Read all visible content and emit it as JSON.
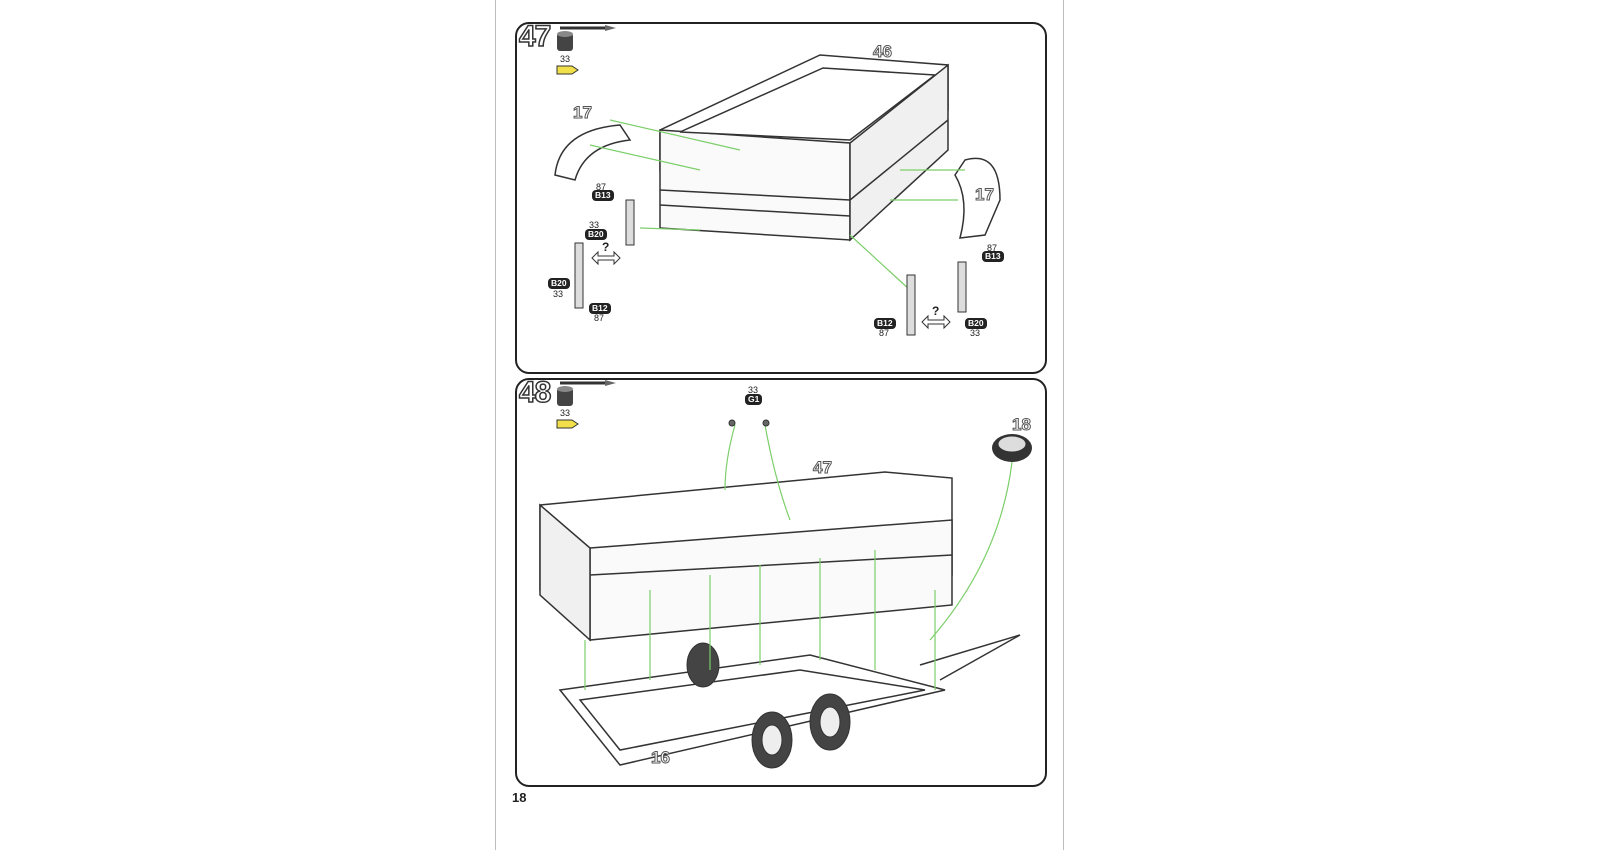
{
  "page_number": "18",
  "steps": [
    {
      "number": "47",
      "paint_code": "33",
      "parts": {
        "box": "46",
        "fender_left": "17",
        "fender_right": "17"
      },
      "callouts": [
        {
          "paint": "87",
          "part": "B13"
        },
        {
          "paint": "33",
          "part": "B20"
        },
        {
          "paint": "33",
          "part": "B20"
        },
        {
          "paint": "87",
          "part": "B12"
        },
        {
          "paint": "87",
          "part": "B13"
        },
        {
          "paint": "87",
          "part": "B12"
        },
        {
          "paint": "33",
          "part": "B20"
        }
      ],
      "option_mark": "?"
    },
    {
      "number": "48",
      "paint_code": "33",
      "parts": {
        "box": "47",
        "spare_wheel": "18",
        "chassis": "16"
      },
      "callouts": [
        {
          "paint": "33",
          "part": "G1"
        }
      ]
    }
  ],
  "colors": {
    "guide_line": "#7ccf6a",
    "glue": "#f2e04a",
    "frame": "#222222"
  }
}
